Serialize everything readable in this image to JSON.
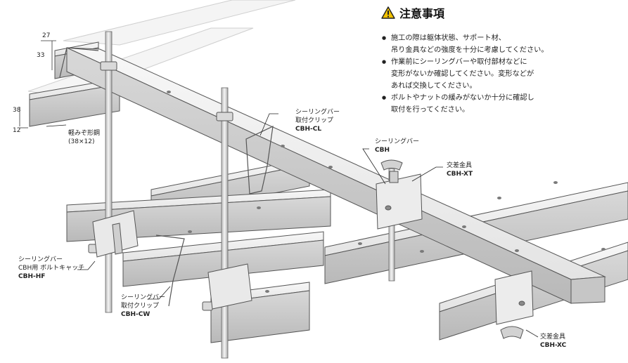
{
  "notes": {
    "title": "注意事項",
    "items": [
      [
        "施工の際は躯体状態、サポート材、",
        "吊り金具などの強度を十分に考慮してください。"
      ],
      [
        "作業前にシーリングバーや取付部材などに",
        "変形がないか確認してください。変形などが",
        "あれば交換してください。"
      ],
      [
        "ボルトやナットの緩みがないか十分に確認し",
        "取付を行ってください。"
      ]
    ]
  },
  "dimensions": {
    "width_top": "27",
    "height_top": "33",
    "height_side": "38",
    "width_side": "12"
  },
  "labels": {
    "channel": {
      "line1": "軽みぞ形鋼",
      "line2": "(38×12)"
    },
    "cbh_cl": {
      "line1": "シーリングバー",
      "line2": "取付クリップ",
      "code": "CBH-CL"
    },
    "cbh": {
      "line1": "シーリングバー",
      "code": "CBH"
    },
    "cbh_xt": {
      "line1": "交差金具",
      "code": "CBH-XT"
    },
    "cbh_hf": {
      "line1": "シーリングバー",
      "line2": "CBH用 ボルトキャッチ",
      "code": "CBH-HF"
    },
    "cbh_cw": {
      "line1": "シーリングバー",
      "line2": "取付クリップ",
      "code": "CBH-CW"
    },
    "cbh_xc": {
      "line1": "交差金具",
      "code": "CBH-XC"
    }
  },
  "colors": {
    "steel_light": "#eeeeee",
    "steel_mid": "#d6d6d6",
    "steel_dark": "#a9a9a9",
    "outline": "#555555",
    "warning": "#f2c200"
  }
}
